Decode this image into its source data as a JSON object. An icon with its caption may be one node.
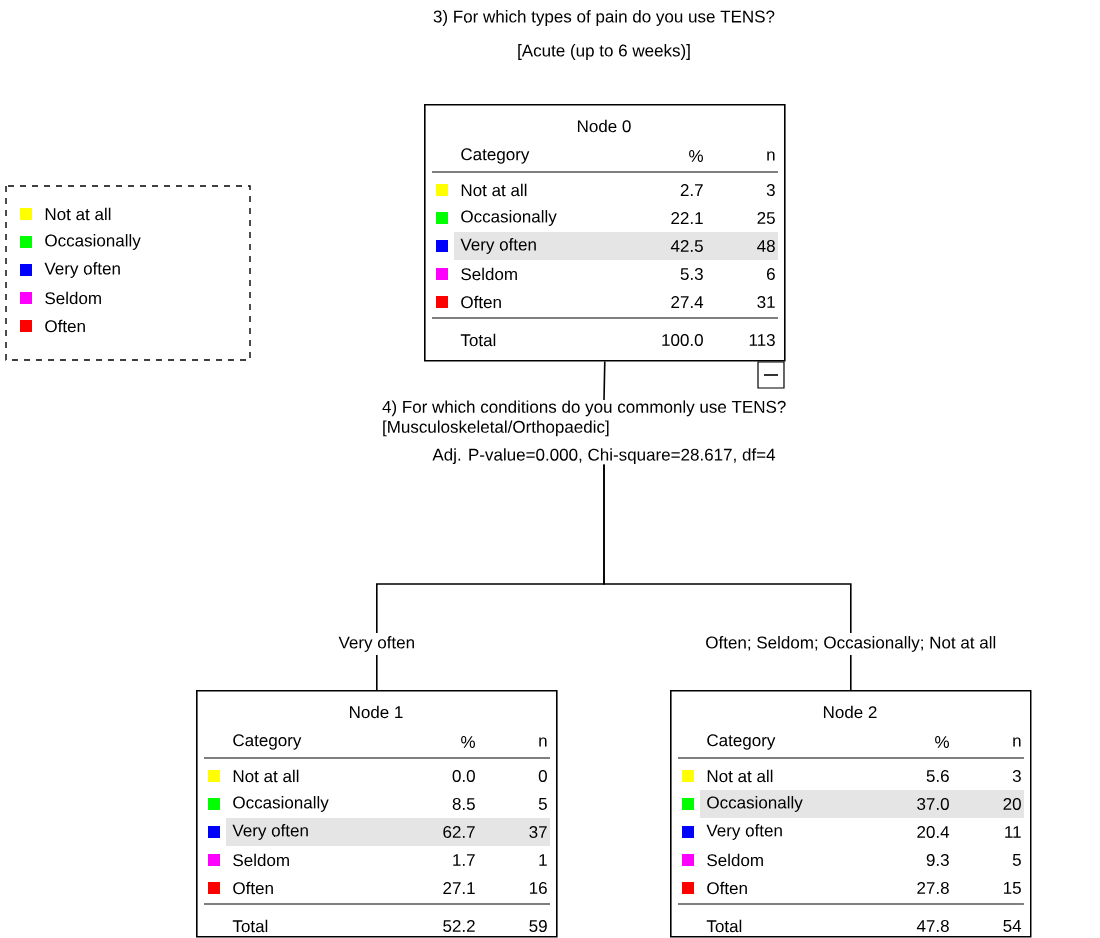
{
  "diagram": {
    "title": "3) For which types of pain do you use TENS?",
    "nodes": [
      {
        "text": [
          "Node 0",
          "Category",
          "%",
          "n",
          "Not at all",
          "2.7",
          "3",
          "Occasionally",
          "22.1",
          "25",
          "Very often",
          "42.5",
          "48",
          "Seldom",
          "5.3",
          "6",
          "Often",
          "27.4",
          "31",
          "Total",
          "100.0",
          "113"
        ]
      },
      {
        "text": [
          "4) For which conditions do you commonly use TENS? [Musculoskeletal/Orthopaedic]",
          "Adj. P-value=0.000, Chi-square=28.617, df=4"
        ]
      },
      {
        "text": [
          "Node 1",
          "Category",
          "%",
          "n",
          "Not at all",
          "0.0",
          "0",
          "Occasionally",
          "8.5",
          "5",
          "Very often",
          "62.7",
          "37",
          "Seldom",
          "1.7",
          "1",
          "Often",
          "27.1",
          "16",
          "Total",
          "52.2",
          "59"
        ]
      },
      {
        "text": [
          "Node 2",
          "Category",
          "%",
          "n",
          "Not at all",
          "5.6",
          "3",
          "Occasionally",
          "37.0",
          "20",
          "Very often",
          "20.4",
          "11",
          "Seldom",
          "9.3",
          "5",
          "Often",
          "27.8",
          "15",
          "Total",
          "47.8",
          "54"
        ]
      }
    ],
    "edges": [
      {
        "from": 0,
        "to": 1,
        "arrow": "none"
      },
      {
        "from": 1,
        "to": 2,
        "arrow": "none",
        "label": "Very often"
      },
      {
        "from": 1,
        "to": 3,
        "arrow": "none",
        "label": "Often; Seldom; Occasionally; Not at all"
      }
    ],
    "labels": [
      "[Acute (up to 6 weeks)]"
    ],
    "legend": [
      {
        "text": "Not at all",
        "color": "#ffff00"
      },
      {
        "text": "Occasionally",
        "color": "#00ff00"
      },
      {
        "text": "Very often",
        "color": "#0000ff"
      },
      {
        "text": "Seldom",
        "color": "#ff00ff"
      },
      {
        "text": "Often",
        "color": "#ff0000"
      }
    ]
  }
}
